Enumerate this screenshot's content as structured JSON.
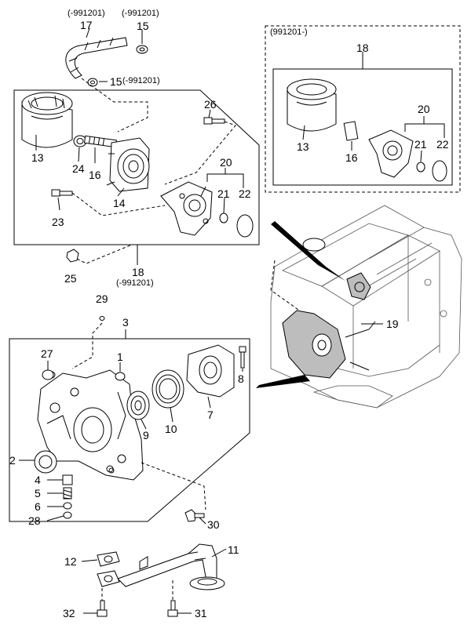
{
  "codes": {
    "hose_17": "(-991201)",
    "clamp_15_top": "(-991201)",
    "clamp_15_side": "(-991201)",
    "inset_box": "(991201-)",
    "bracket_18": "(-991201)"
  },
  "labels": {
    "p17": "17",
    "p15a": "15",
    "p15b": "15",
    "p26": "26",
    "p13": "13",
    "p24": "24",
    "p16": "16",
    "p14": "14",
    "p20": "20",
    "p21": "21",
    "p22": "22",
    "p23": "23",
    "p18": "18",
    "p25": "25",
    "i18": "18",
    "i20": "20",
    "i13": "13",
    "i16": "16",
    "i21": "21",
    "i22": "22",
    "p29": "29",
    "p3": "3",
    "p27": "27",
    "p1": "1",
    "p8": "8",
    "p19": "19",
    "p9": "9",
    "p10": "10",
    "p7": "7",
    "p2": "2",
    "p4": "4",
    "p5": "5",
    "p6": "6",
    "p28": "28",
    "p30": "30",
    "p11": "11",
    "p12": "12",
    "p32": "32",
    "p31": "31"
  }
}
